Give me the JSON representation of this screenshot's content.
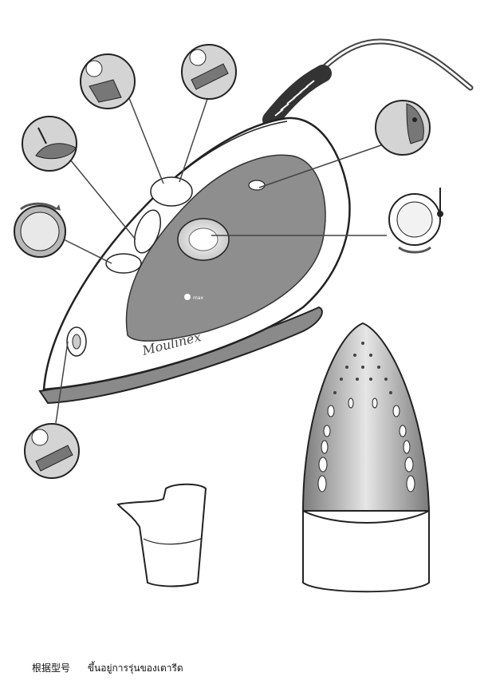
{
  "brand": {
    "logo_text": "Moulinex"
  },
  "iron": {
    "max_label": "max"
  },
  "footer": {
    "left_text": "根据型号",
    "right_text": "ขึ้นอยู่การรุ่นของเตารีด"
  }
}
